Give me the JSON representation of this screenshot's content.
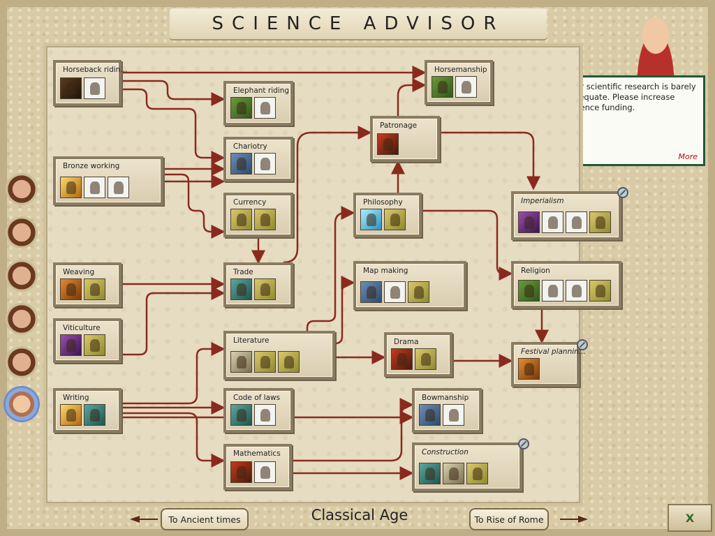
{
  "window": {
    "title": "SCIENCE ADVISOR"
  },
  "advisor": {
    "message": "Our scientific research is barely adequate. Please increase science funding.",
    "more_label": "More"
  },
  "advisor_buttons": [
    "domestic-advisor",
    "trade-advisor",
    "military-advisor",
    "foreign-advisor",
    "cultural-advisor",
    "science-advisor"
  ],
  "age": {
    "label": "Classical Age"
  },
  "nav": {
    "prev_label": "To Ancient times",
    "next_label": "To Rise of Rome",
    "exit_label": "X"
  },
  "techs": {
    "horseback_riding": {
      "label": "Horseback ridin..."
    },
    "elephant_riding": {
      "label": "Elephant riding"
    },
    "horsemanship": {
      "label": "Horsemanship"
    },
    "chariotry": {
      "label": "Chariotry"
    },
    "bronze_working": {
      "label": "Bronze working"
    },
    "currency": {
      "label": "Currency"
    },
    "patronage": {
      "label": "Patronage"
    },
    "philosophy": {
      "label": "Philosophy"
    },
    "imperialism": {
      "label": "Imperialism"
    },
    "weaving": {
      "label": "Weaving"
    },
    "trade": {
      "label": "Trade"
    },
    "map_making": {
      "label": "Map making"
    },
    "religion": {
      "label": "Religion"
    },
    "viticulture": {
      "label": "Viticulture"
    },
    "literature": {
      "label": "Literature"
    },
    "drama": {
      "label": "Drama"
    },
    "festival_planning": {
      "label": "Festival plannin..."
    },
    "writing": {
      "label": "Writing"
    },
    "code_of_laws": {
      "label": "Code of laws"
    },
    "bowmanship": {
      "label": "Bowmanship"
    },
    "mathematics": {
      "label": "Mathematics"
    },
    "construction": {
      "label": "Construction"
    }
  },
  "colors": {
    "connector": "#8a2a1e",
    "advisor_border": "#1f5a3a",
    "more_link": "#b01010"
  }
}
